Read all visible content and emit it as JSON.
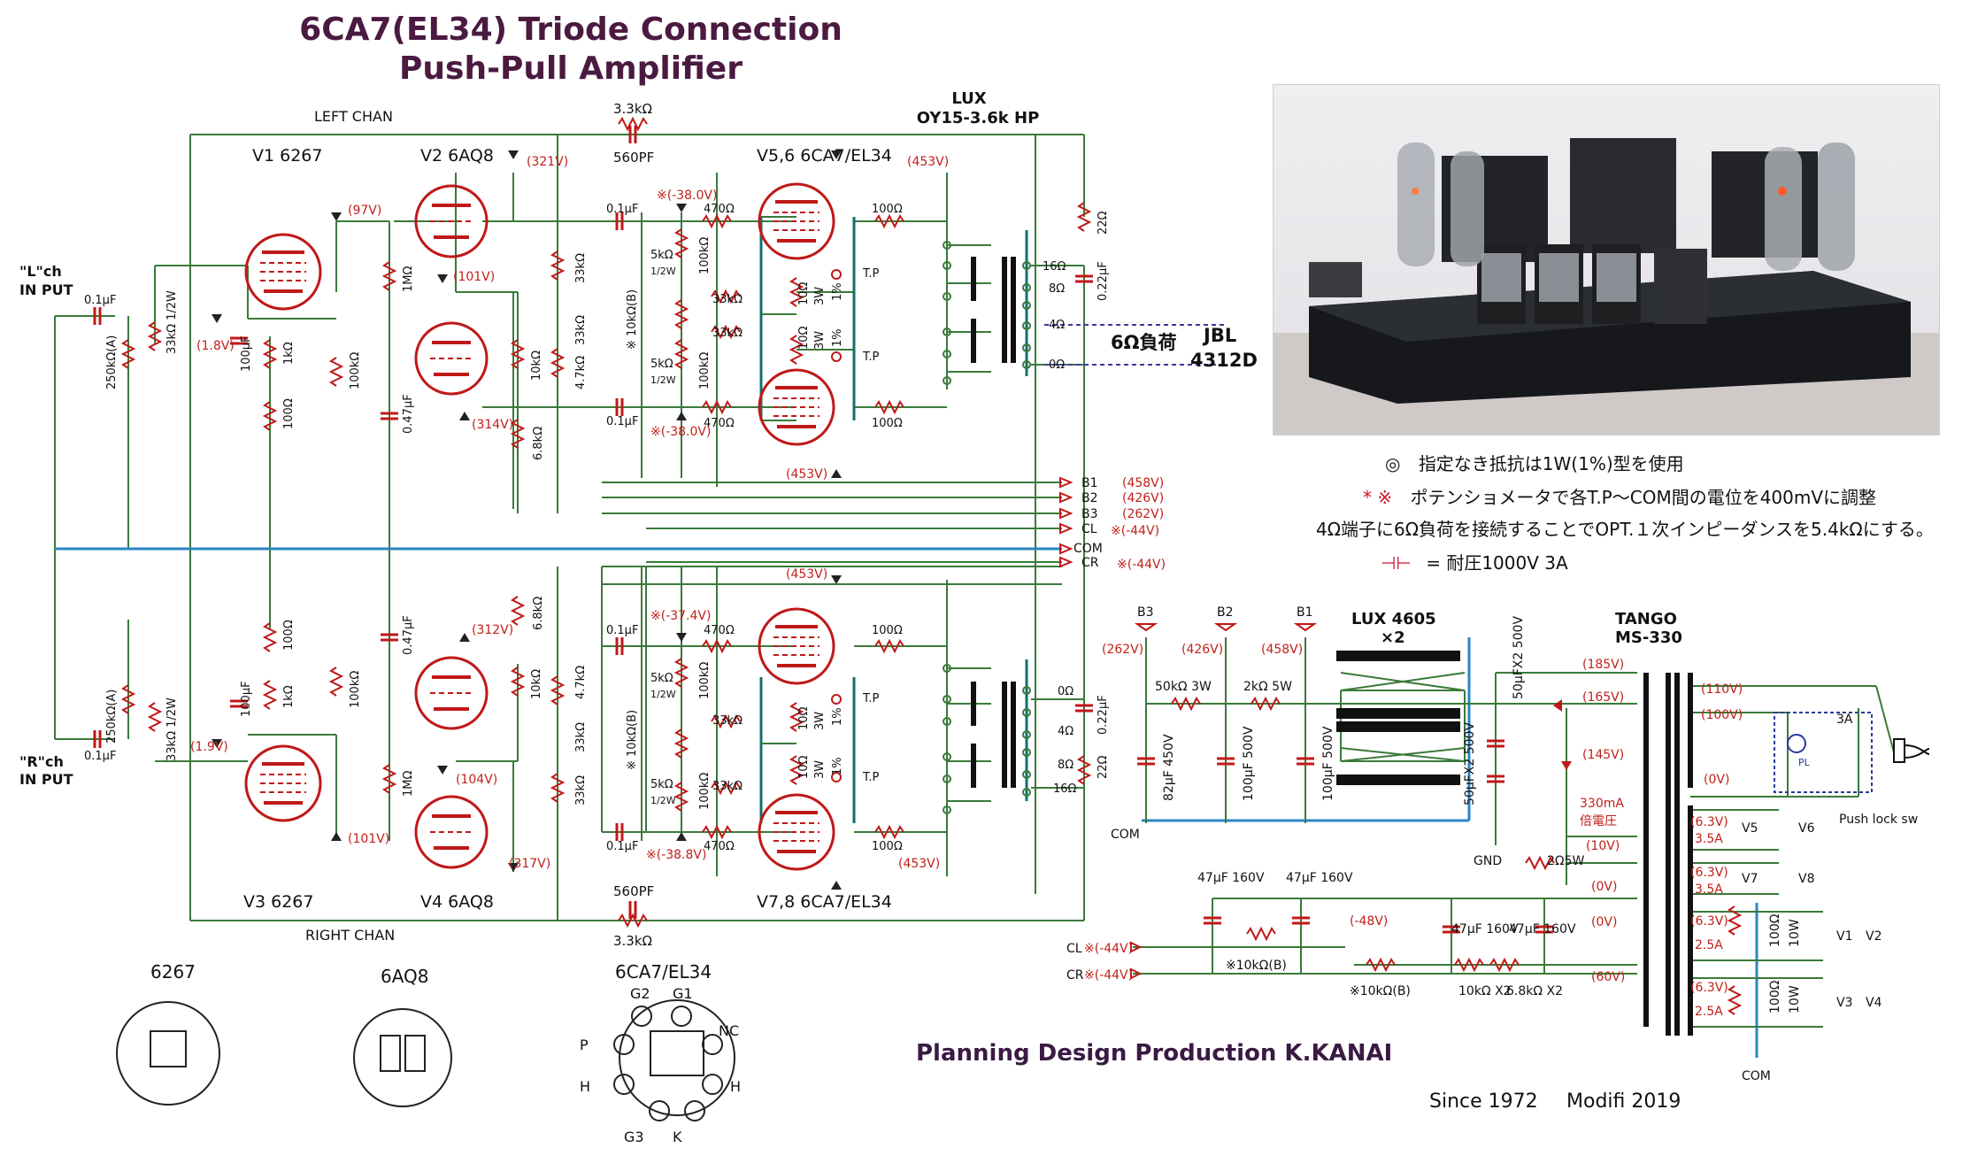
{
  "title": {
    "line1": "6CA7(EL34) Triode Connection",
    "line2": "Push-Pull Amplifier"
  },
  "credit": "Planning Design Production     K.KANAI",
  "since": "Since 1972",
  "modified": "Modifi 2019",
  "notes": {
    "n1_mark": "◎",
    "n1": "指定なき抵抗は1W(1%)型を使用",
    "n2_mark": "* ※",
    "n2": "ポテンショメータで各T.P～COM間の電位を400mVに調整",
    "n3": "4Ω端子に6Ω負荷を接続することでOPT.１次インピーダンスを5.4kΩにする。",
    "n4_mark": "⊣⊢",
    "n4": "= 耐圧1000V 3A"
  },
  "channels": {
    "left": "LEFT   CHAN",
    "right": "RIGHT   CHAN",
    "l_input_1": "\"L\"ch",
    "l_input_2": "IN PUT",
    "r_input_1": "\"R\"ch",
    "r_input_2": "IN PUT"
  },
  "tubes": {
    "v1": "V1   6267",
    "v2": "V2  6AQ8",
    "v56": "V5,6 6CA7/EL34",
    "v3": "V3   6267",
    "v4": "V4  6AQ8",
    "v78": "V7,8 6CA7/EL34"
  },
  "output_transformer": {
    "name1": "LUX",
    "name2": "OY15-3.6k HP",
    "load": "6Ω負荷",
    "speaker1": "JBL",
    "speaker2": "4312D"
  },
  "feedback": {
    "r_top": "3.3kΩ",
    "c_top": "560PF",
    "r_bot": "3.3kΩ",
    "c_bot": "560PF"
  },
  "voltages": {
    "v2p": "(321V)",
    "v1p": "(97V)",
    "v1k": "(1.8V)",
    "v2k_top": "(101V)",
    "v2k_low": "(314V)",
    "v56p": "(453V)",
    "v56g1": "※(-38.0V)",
    "v56g2": "※(-38.0V)",
    "v56k": "(453V)",
    "v78top": "(453V)",
    "v78g1": "※(-37.4V)",
    "v78g2": "※(-38.8V)",
    "v78p": "(453V)",
    "v4p": "(312V)",
    "v4k": "(104V)",
    "v3k": "(1.9V)",
    "v3p": "(101V)",
    "v4low": "(317V)"
  },
  "rails": {
    "b1": "B1",
    "b1v": "(458V)",
    "b2": "B2",
    "b2v": "(426V)",
    "b3": "B3",
    "b3v": "(262V)",
    "cl": "CL",
    "clv": "※(-44V)",
    "com": "COM",
    "cr": "CR",
    "crv": "※(-44V)"
  },
  "components": {
    "c_in": "0.1μF",
    "pot": "250kΩ(A)",
    "r33k": "33kΩ 1/2W",
    "r1k": "1kΩ",
    "c100u": "100μF",
    "r100": "100Ω",
    "r100k": "100kΩ",
    "r1m": "1MΩ",
    "c047": "0.47μF",
    "r33k2": "33kΩ",
    "r33k3": "33kΩ",
    "r47k": "4.7kΩ",
    "r10k": "10kΩ",
    "r68k": "6.8kΩ",
    "c01": "0.1μF",
    "r470": "470Ω",
    "r5k": "5kΩ",
    "r12w": "1/2W",
    "r100kb": "100kΩ",
    "rpot10k": "※ 10kΩ(B)",
    "r10": "10Ω",
    "r3w": "3W",
    "r1p": "1%",
    "r100o": "100Ω",
    "tp": "T.P",
    "t16": "16Ω",
    "t8": "8Ω",
    "t4": "4Ω",
    "t0": "0Ω",
    "c022": "0.22μF",
    "r22": "22Ω"
  },
  "psu": {
    "lux": "LUX 4605",
    "lux_x": "×2",
    "tango": "TANGO",
    "tango_model": "MS-330",
    "b3": "B3",
    "b2": "B2",
    "b1": "B1",
    "b3v": "(262V)",
    "b2v": "(426V)",
    "b1v": "(458V)",
    "r50k": "50kΩ 3W",
    "r2k": "2kΩ 5W",
    "c82": "82μF 450V",
    "c100a": "100μF 500V",
    "c100b": "100μF 500V",
    "c50a": "50μFX2 500V",
    "c50b": "50μFX2 500V",
    "tap185": "(185V)",
    "tap165": "(165V)",
    "tap145": "(145V)",
    "tap10": "(10V)",
    "tap0": "(0V)",
    "tap0b": "(0V)",
    "tap60": "(60V)",
    "ma": "330mA",
    "doubler": "倍電圧",
    "r225": "2Ω5W",
    "gnd": "GND",
    "com": "COM",
    "p110": "(110V)",
    "p100": "(100V)",
    "p0": "(0V)",
    "fuse": "3A",
    "pl": "PL",
    "switch": "Push lock sw",
    "h1": "(6.3V)",
    "h1a": "3.5A",
    "h1t1": "V5",
    "h1t2": "V6",
    "h2": "(6.3V)",
    "h2a": "3.5A",
    "h2t1": "V7",
    "h2t2": "V8",
    "h3": "(6.3V)",
    "h3a": "2.5A",
    "h3r": "100Ω",
    "h3w": "10W",
    "h3t1": "V1",
    "h3t2": "V2",
    "h4": "(6.3V)",
    "h4a": "2.5A",
    "h4r": "100Ω",
    "h4w": "10W",
    "h4t1": "V3",
    "h4t2": "V4",
    "com_bottom": "COM",
    "c47a": "47μF 160V",
    "c47b": "47μF 160V",
    "c47c": "47μF 160V",
    "c47d": "47μF 160V",
    "neg48": "(-48V)",
    "cl": "CL",
    "clv": "※(-44V)",
    "cr": "CR",
    "crv": "※(-44V)",
    "pot1": "※10kΩ(B)",
    "pot2": "※10kΩ(B)",
    "r10kx2": "10kΩ X2",
    "r68kx2": "6.8kΩ X2"
  },
  "pinouts": {
    "t1": "6267",
    "t2": "6AQ8",
    "t3": "6CA7/EL34",
    "p_g2": "G2",
    "p_g1": "G1",
    "p_nc": "NC",
    "p_p": "P",
    "p_h1": "H",
    "p_h2": "H",
    "p_g3": "G3",
    "p_k": "K"
  },
  "colors": {
    "wire": "#3a7a3a",
    "com": "#2a86c4",
    "component": "#c01818",
    "label_red": "#c0201a",
    "tube": "#c01818",
    "title": "#4a1a40"
  }
}
